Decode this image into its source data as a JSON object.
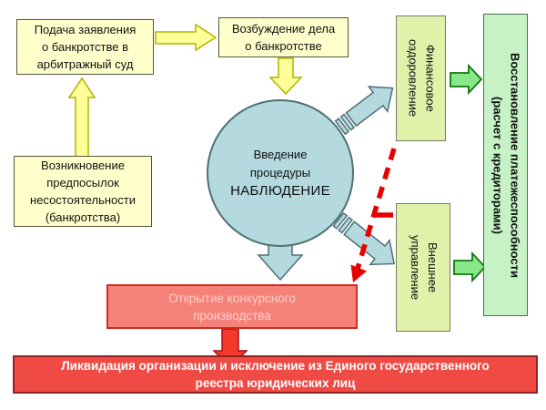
{
  "diagram": {
    "topic": "bankruptcy-procedure-flow",
    "boxes": {
      "filing": {
        "lines": [
          "Подача заявления",
          "о банкротстве в",
          "арбитражный суд"
        ]
      },
      "initiation": {
        "lines": [
          "Возбуждение дела",
          "о банкротстве"
        ]
      },
      "premise": {
        "lines": [
          "Возникновение",
          "предпосылок",
          "несостоятельности",
          "(банкротства)"
        ]
      },
      "observation": {
        "lines": [
          "Введение",
          "процедуры",
          "НАБЛЮДЕНИЕ"
        ]
      },
      "financial_rehab": {
        "lines": [
          "Финансовое",
          "оздоровление"
        ]
      },
      "external_mgmt": {
        "lines": [
          "Внешнее",
          "управление"
        ]
      },
      "recovery": {
        "lines": [
          "Восстановление платежеспособности",
          "(расчет с кредиторами)"
        ]
      },
      "opening": {
        "lines": [
          "Открытие конкурсного",
          "производства"
        ]
      },
      "liquidation": {
        "lines": [
          "Ликвидация организации и исключение из Единого государственного",
          "реестра юридических лиц"
        ]
      }
    },
    "colors": {
      "yellow_box_fill": "#ffffcc",
      "yellow_arrow_fill": "#ffff99",
      "yellow_arrow_stroke": "#b2b200",
      "cyan_fill": "#b4d9de",
      "cyan_stroke": "#4f7075",
      "light_green_fill": "#e0f1aa",
      "green_arrow_fill": "#86e886",
      "green_arrow_stroke": "#117711",
      "big_green_fill": "#c6f2c6",
      "salmon_fill": "#f4827a",
      "salmon_border": "#d3281e",
      "salmon_text": "#ffcfc6",
      "red_fill": "#f04a45",
      "red_border": "#8f2423",
      "dashed_arrow_red": "#e80000"
    }
  }
}
